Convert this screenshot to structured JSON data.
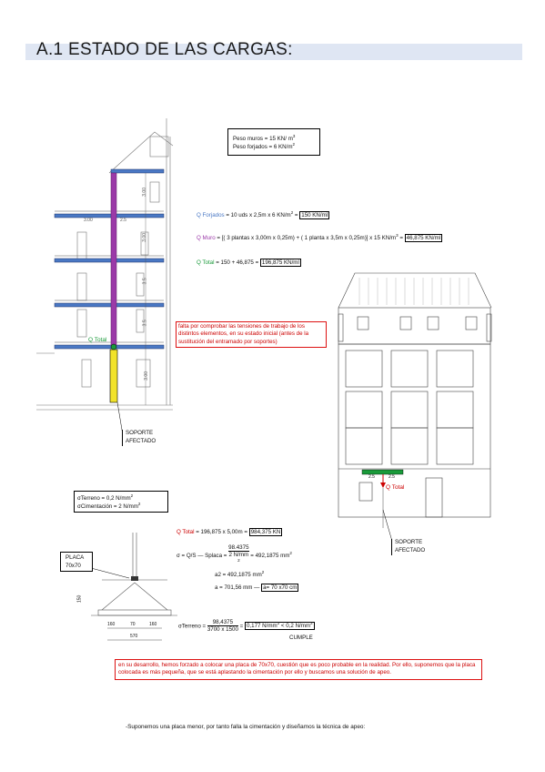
{
  "header": {
    "title": "A.1 ESTADO DE LAS CARGAS:"
  },
  "loads_box": {
    "line1": "Peso muros = 15 KN/ m",
    "line2": "Peso forjados = 6 KN/m"
  },
  "q_forjados": {
    "label": "Q Forjados",
    "formula": " = 10 uds x 2,5m x 6 KN/m",
    "result": "150 KN/ml"
  },
  "q_muro": {
    "label": "Q Muro",
    "formula": " = [( 3 plantas x 3,00m x 0,25m) + ( 1 planta x 3,5m x 0,25m)] x 15 KN/m",
    "result": "46,875 KN/ml"
  },
  "q_total": {
    "label": "Q Total",
    "formula": " = 150 + 46,875 = ",
    "result": "196,875 KN/ml"
  },
  "section_labels": {
    "qtotal": "Q Total",
    "support": [
      "SOPORTE",
      "AFECTADO"
    ],
    "dims": [
      "3.00",
      "2.5",
      "3.00",
      "3.00",
      "3.5",
      "3.5",
      "3.00"
    ]
  },
  "note1": "falta por comprobar las tensiones de trabajo de los distintos elementos, en su estado inicial (antes de la sustitución del entramado por soportes)",
  "facade": {
    "qtotal": "Q Total",
    "dim_a": "2.5",
    "dim_b": "2.5",
    "support": [
      "SOPORTE",
      "AFECTADO"
    ]
  },
  "soil_box": {
    "line1": "σTerreno = 0,2 N/mm",
    "line2": "σCimentación = 2 N/mm"
  },
  "placa": {
    "label": [
      "PLACA",
      "70x70"
    ],
    "dims": [
      "160",
      "70",
      "160",
      "570"
    ],
    "height": "150"
  },
  "calc": {
    "qtotal_label": "Q Total",
    "qtotal_formula": " = 196,875 x 5,00m = ",
    "qtotal_result": "984,375 KN",
    "sigma_prefix": "σ = Q/S",
    "sigma_arrow": " — Splaca = ",
    "sigma_num": "98.4375",
    "sigma_den": "2 N/mm",
    "sigma_eq": " = 492,1875 mm",
    "a2": "a2 = 492,1875 mm",
    "a_line": "a = 701,56 mm — ",
    "a_result": "a= 70 x70 cm",
    "terreno_prefix": "σTerreno = ",
    "terreno_num": "98,4375",
    "terreno_den": "3700 x 1500",
    "terreno_result": "0,177 N/mm",
    "terreno_cmp": " < 0,2 N/mm",
    "cumple": "CUMPLE"
  },
  "note2": "en su desarrollo, hemos forzado a colocar una placa de 70x70, cuestión que es poco probable en la realidad. Por ello, suponemos que la placa colocada es más pequeña, que se está aplastando la cimentación por ello y buscamos una solución de apeo.",
  "footer": "-Suponemos una placa menor, por tanto falla la cimentación y diseñamos la técnica de apeo:",
  "colors": {
    "blue": "#4a78c4",
    "purple": "#9b3aa8",
    "green": "#1a9a3a",
    "yellow": "#f2e32a",
    "red": "#cc0000"
  }
}
